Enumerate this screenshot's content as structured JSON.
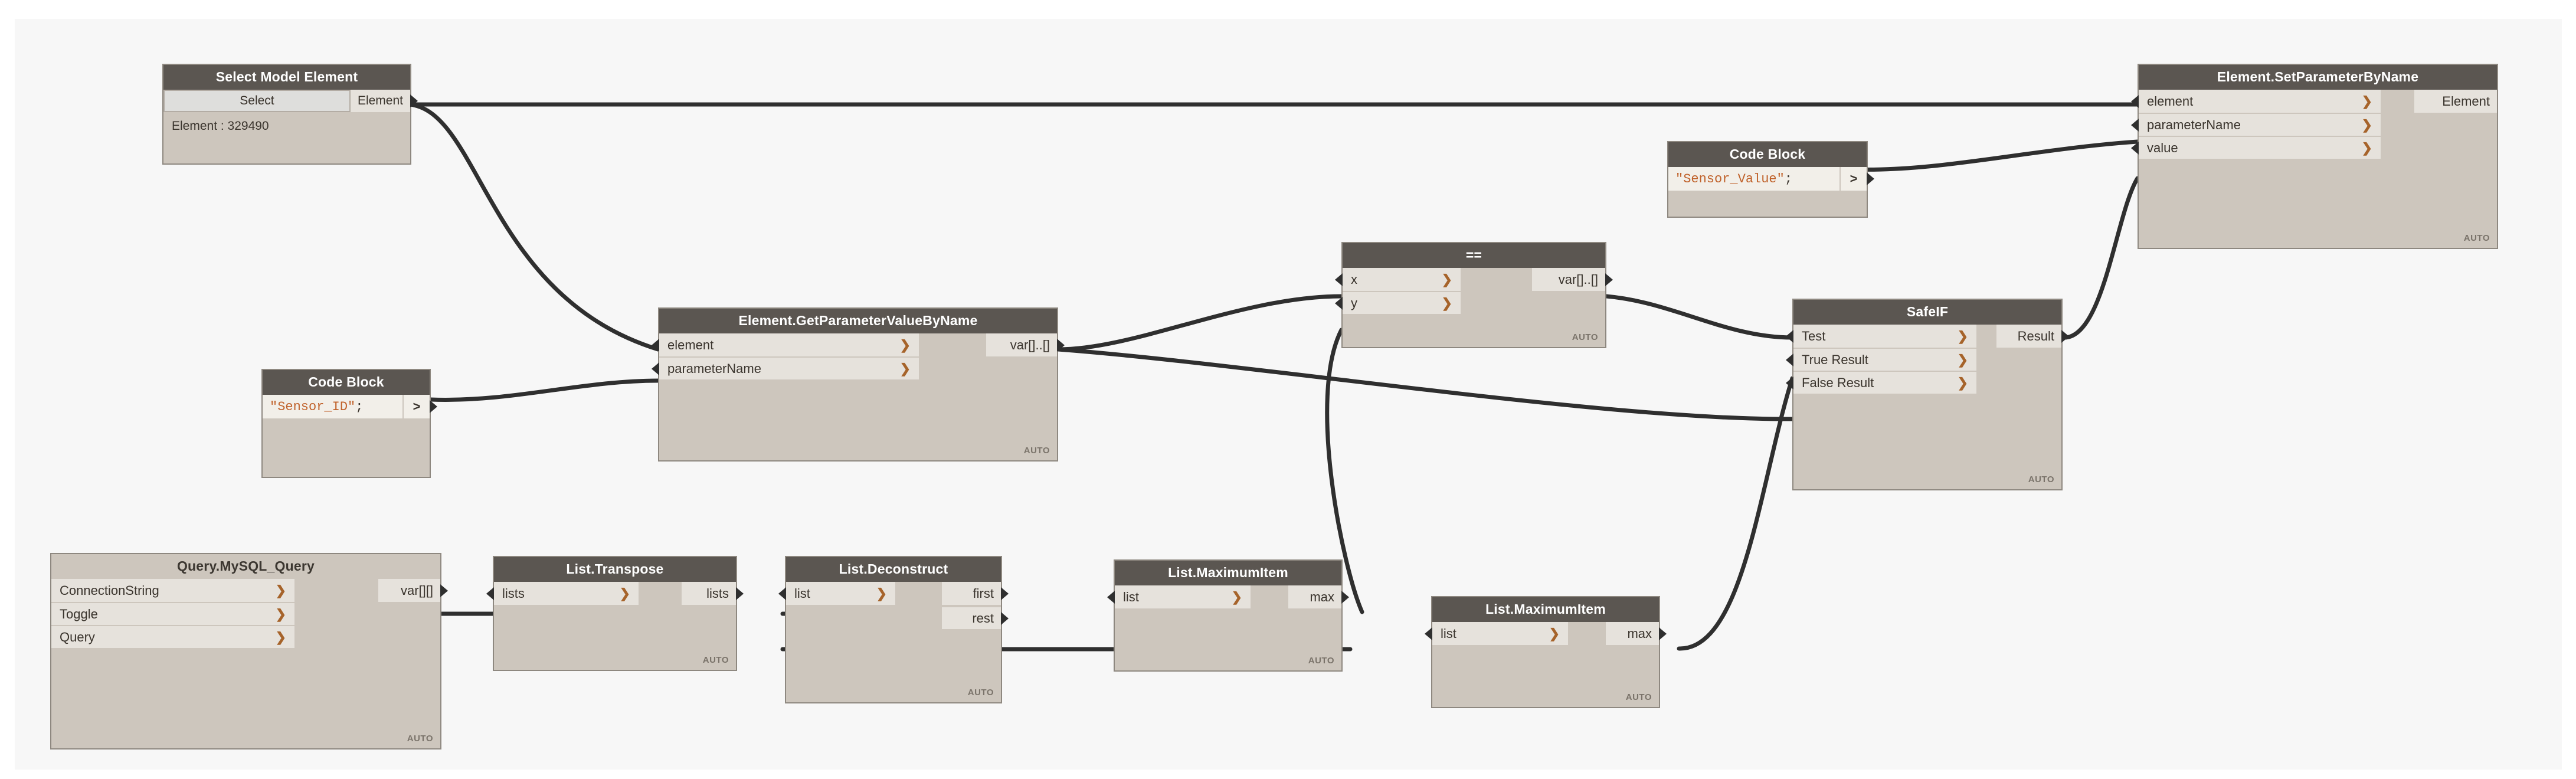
{
  "app": {
    "name": "Dynamo Graph Canvas",
    "canvas_background": "#f7f7f7",
    "node_header_color": "#5b5651",
    "node_body_color": "#cdc6bd",
    "port_row_color": "#e6e2dc",
    "wire_color": "#2f2f2f",
    "chevron_color": "#a6632a",
    "code_string_color": "#c0622b"
  },
  "nodes": {
    "select_model_element": {
      "title": "Select Model Element",
      "button_label": "Select",
      "output_label": "Element",
      "value_text": "Element : 329490",
      "run_state": ""
    },
    "code_block_sensor_id": {
      "title": "Code Block",
      "code_string": "\"Sensor_ID\"",
      "code_terminator": ";",
      "port_glyph": ">",
      "run_state": ""
    },
    "code_block_sensor_value": {
      "title": "Code Block",
      "code_string": "\"Sensor_Value\"",
      "code_terminator": ";",
      "port_glyph": ">",
      "run_state": ""
    },
    "get_parameter_value_by_name": {
      "title": "Element.GetParameterValueByName",
      "inputs": [
        "element",
        "parameterName"
      ],
      "outputs": [
        "var[]..[]"
      ],
      "run_state": "AUTO"
    },
    "equals": {
      "title": "==",
      "inputs": [
        "x",
        "y"
      ],
      "outputs": [
        "var[]..[]"
      ],
      "run_state": "AUTO"
    },
    "safe_if": {
      "title": "SafeIF",
      "inputs": [
        "Test",
        "True Result",
        "False  Result"
      ],
      "outputs": [
        "Result"
      ],
      "run_state": "AUTO"
    },
    "set_parameter_by_name": {
      "title": "Element.SetParameterByName",
      "inputs": [
        "element",
        "parameterName",
        "value"
      ],
      "outputs": [
        "Element"
      ],
      "run_state": "AUTO"
    },
    "mysql_query": {
      "title": "Query.MySQL_Query",
      "inputs": [
        "ConnectionString",
        "Toggle",
        "Query"
      ],
      "outputs": [
        "var[][]"
      ],
      "run_state": "AUTO"
    },
    "list_transpose": {
      "title": "List.Transpose",
      "inputs": [
        "lists"
      ],
      "outputs": [
        "lists"
      ],
      "run_state": "AUTO"
    },
    "list_deconstruct": {
      "title": "List.Deconstruct",
      "inputs": [
        "list"
      ],
      "outputs": [
        "first",
        "rest"
      ],
      "run_state": "AUTO"
    },
    "list_maximum_item_1": {
      "title": "List.MaximumItem",
      "inputs": [
        "list"
      ],
      "outputs": [
        "max"
      ],
      "run_state": "AUTO"
    },
    "list_maximum_item_2": {
      "title": "List.MaximumItem",
      "inputs": [
        "list"
      ],
      "outputs": [
        "max"
      ],
      "run_state": "AUTO"
    }
  },
  "connections": [
    {
      "from": "select_model_element.Element",
      "to": "set_parameter_by_name.element"
    },
    {
      "from": "select_model_element.Element",
      "to": "get_parameter_value_by_name.element"
    },
    {
      "from": "code_block_sensor_id.out",
      "to": "get_parameter_value_by_name.parameterName"
    },
    {
      "from": "code_block_sensor_value.out",
      "to": "set_parameter_by_name.parameterName"
    },
    {
      "from": "get_parameter_value_by_name.var",
      "to": "equals.x"
    },
    {
      "from": "get_parameter_value_by_name.var",
      "to": "safe_if.False Result"
    },
    {
      "from": "list_maximum_item_1.max",
      "to": "equals.y"
    },
    {
      "from": "equals.var",
      "to": "safe_if.Test"
    },
    {
      "from": "list_maximum_item_2.max",
      "to": "safe_if.True Result"
    },
    {
      "from": "safe_if.Result",
      "to": "set_parameter_by_name.value"
    },
    {
      "from": "mysql_query.var",
      "to": "list_transpose.lists"
    },
    {
      "from": "list_transpose.lists",
      "to": "list_deconstruct.list"
    },
    {
      "from": "list_deconstruct.first",
      "to": "list_maximum_item_1.list"
    },
    {
      "from": "list_deconstruct.rest",
      "to": "list_maximum_item_2.list"
    }
  ]
}
